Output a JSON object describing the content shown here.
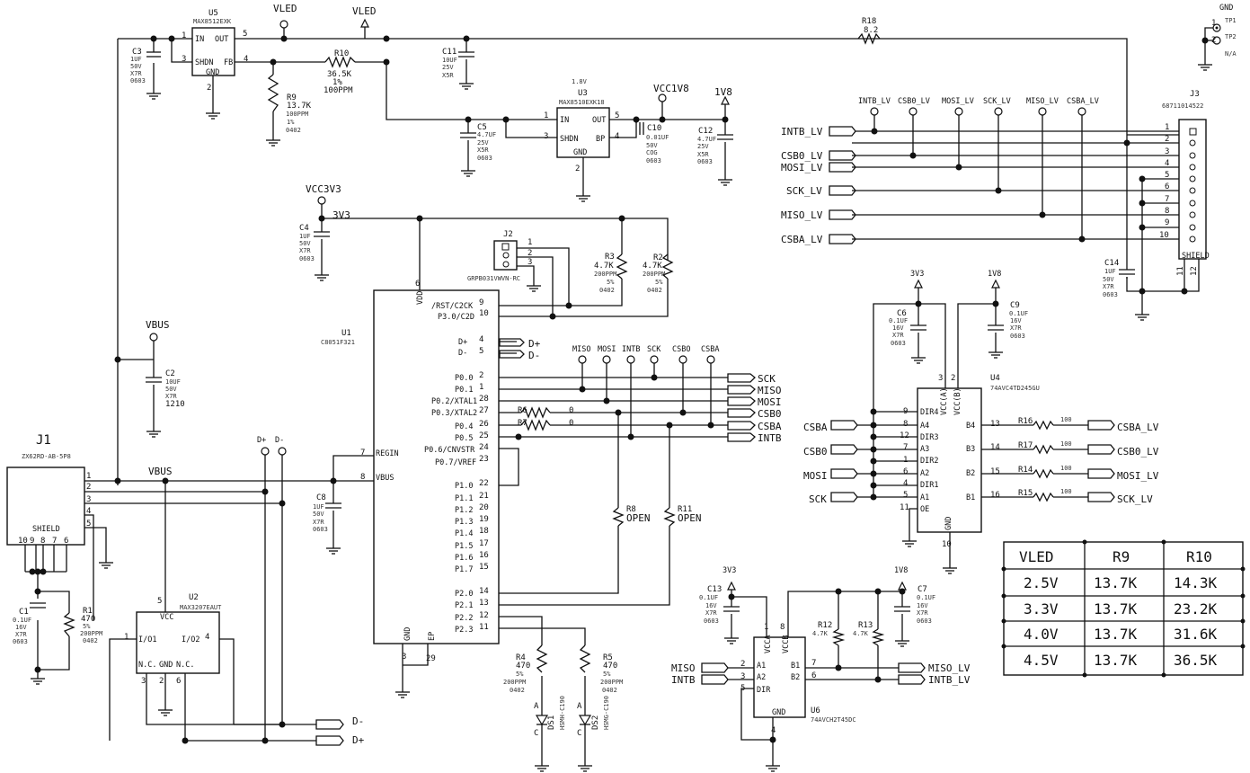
{
  "labels": {
    "vled": "VLED",
    "vcc1v8": "VCC1V8",
    "vcc3v3": "VCC3V3",
    "net3v3": "3V3",
    "net1v8": "1V8",
    "vbus": "VBUS",
    "gnd": "GND",
    "dplus": "D+",
    "dminus": "D-",
    "tp1": "TP1",
    "tp2": "TP2",
    "na": "N/A",
    "shield": "SHIELD",
    "open": "OPEN",
    "v18": "1.8V"
  },
  "parts": {
    "U5": {
      "ref": "U5",
      "val": "MAX8512EXK",
      "in": "IN",
      "out": "OUT",
      "shdn": "SHDN",
      "fb": "FB",
      "gnd": "GND"
    },
    "U3": {
      "ref": "U3",
      "val": "MAX8510EXK18",
      "in": "IN",
      "out": "OUT",
      "shdn": "SHDN",
      "bp": "BP",
      "gnd": "GND"
    },
    "U1": {
      "ref": "U1",
      "val": "C8051F321",
      "vdd": "VDD",
      "gnd": "GND",
      "ep": "EP",
      "regin": "REGIN",
      "vbus": "VBUS"
    },
    "U2": {
      "ref": "U2",
      "val": "MAX3207EAUT",
      "vcc": "VCC",
      "io1": "I/O1",
      "io2": "I/O2",
      "nc": "N.C.",
      "gnd": "GND"
    },
    "U4": {
      "ref": "U4",
      "val": "74AVC4TD245GU",
      "vcca": "VCC(A)",
      "vccb": "VCC(B)",
      "gnd": "GND"
    },
    "U6": {
      "ref": "U6",
      "val": "74AVCH2T45DC",
      "vcca": "VCCA",
      "vccb": "VCCB",
      "gnd": "GND",
      "dir": "DIR"
    },
    "J1": {
      "ref": "J1",
      "val": "ZX62RD-AB-5P8"
    },
    "J2": {
      "ref": "J2",
      "val": "GRPB031VWVN-RC"
    },
    "J3": {
      "ref": "J3",
      "val": "68711014522"
    }
  },
  "caps": {
    "C3": [
      "C3",
      "1UF",
      "50V",
      "X7R",
      "0603"
    ],
    "C11": [
      "C11",
      "10UF",
      "25V",
      "X5R"
    ],
    "C5": [
      "C5",
      "4.7UF",
      "25V",
      "X5R",
      "0603"
    ],
    "C10": [
      "C10",
      "0.01UF",
      "50V",
      "COG",
      "0603"
    ],
    "C12": [
      "C12",
      "4.7UF",
      "25V",
      "X5R",
      "0603"
    ],
    "C4": [
      "C4",
      "1UF",
      "50V",
      "X7R",
      "0603"
    ],
    "C2": [
      "C2",
      "10UF",
      "50V",
      "X7R",
      "1210"
    ],
    "C8": [
      "C8",
      "1UF",
      "50V",
      "X7R",
      "0603"
    ],
    "C1": [
      "C1",
      "0.1UF",
      "16V",
      "X7R",
      "0603"
    ],
    "C6": [
      "C6",
      "0.1UF",
      "16V",
      "X7R",
      "0603"
    ],
    "C9": [
      "C9",
      "0.1UF",
      "16V",
      "X7R",
      "0603"
    ],
    "C13": [
      "C13",
      "0.1UF",
      "16V",
      "X7R",
      "0603"
    ],
    "C7": [
      "C7",
      "0.1UF",
      "16V",
      "X7R",
      "0603"
    ],
    "C14": [
      "C14",
      "1UF",
      "50V",
      "X7R",
      "0603"
    ]
  },
  "resistors": {
    "R18": [
      "R18",
      "8.2"
    ],
    "R10": [
      "R10",
      "36.5K",
      "1%",
      "100PPM"
    ],
    "R9": [
      "R9",
      "13.7K",
      "100PPM",
      "1%",
      "0402"
    ],
    "R3": [
      "R3",
      "4.7K",
      "200PPM",
      "5%",
      "0402"
    ],
    "R2": [
      "R2",
      "4.7K",
      "200PPM",
      "5%",
      "0402"
    ],
    "R1": [
      "R1",
      "470",
      "5%",
      "200PPM",
      "0402"
    ],
    "R6": [
      "R6",
      "0"
    ],
    "R7": [
      "R7",
      "0"
    ],
    "R8": [
      "R8"
    ],
    "R11": [
      "R11"
    ],
    "R4": [
      "R4",
      "470",
      "5%",
      "200PPM",
      "0402"
    ],
    "R5": [
      "R5",
      "470",
      "5%",
      "200PPM",
      "0402"
    ],
    "R16": [
      "R16",
      "100"
    ],
    "R17": [
      "R17",
      "100"
    ],
    "R14": [
      "R14",
      "100"
    ],
    "R15": [
      "R15",
      "100"
    ],
    "R12": [
      "R12",
      "4.7K"
    ],
    "R13": [
      "R13",
      "4.7K"
    ]
  },
  "leds": {
    "DS1": [
      "DS1",
      "HSMH-C190"
    ],
    "DS2": [
      "DS2",
      "HSMG-C190"
    ],
    "a": "A",
    "c": "C"
  },
  "u1_pins": {
    "rst": "/RST/C2CK",
    "p30": "P3.0/C2D",
    "dp": "D+",
    "dm": "D-",
    "p00": "P0.0",
    "p01": "P0.1",
    "p02": "P0.2/XTAL1",
    "p03": "P0.3/XTAL2",
    "p04": "P0.4",
    "p05": "P0.5",
    "p06": "P0.6/CNVSTR",
    "p07": "P0.7/VREF",
    "p10": "P1.0",
    "p11": "P1.1",
    "p12": "P1.2",
    "p13": "P1.3",
    "p14": "P1.4",
    "p15": "P1.5",
    "p16": "P1.6",
    "p17": "P1.7",
    "p20": "P2.0",
    "p21": "P2.1",
    "p22": "P2.2",
    "p23": "P2.3"
  },
  "u4_pins": {
    "dir4": "DIR4",
    "a4": "A4",
    "dir3": "DIR3",
    "a3": "A3",
    "dir2": "DIR2",
    "a2": "A2",
    "dir1": "DIR1",
    "a1": "A1",
    "oe": "OE",
    "b4": "B4",
    "b3": "B3",
    "b2": "B2",
    "b1": "B1"
  },
  "u6_pins": {
    "a1": "A1",
    "a2": "A2",
    "b1": "B1",
    "b2": "B2"
  },
  "nets": {
    "sck": "SCK",
    "miso": "MISO",
    "mosi": "MOSI",
    "csb0": "CSB0",
    "csba": "CSBA",
    "intb": "INTB",
    "intb_lv": "INTB_LV",
    "csb0_lv": "CSB0_LV",
    "mosi_lv": "MOSI_LV",
    "sck_lv": "SCK_LV",
    "miso_lv": "MISO_LV",
    "csba_lv": "CSBA_LV",
    "csbo": "CSBO"
  },
  "vtable": {
    "headers": [
      "VLED",
      "R9",
      "R10"
    ],
    "rows": [
      [
        "2.5V",
        "13.7K",
        "14.3K"
      ],
      [
        "3.3V",
        "13.7K",
        "23.2K"
      ],
      [
        "4.0V",
        "13.7K",
        "31.6K"
      ],
      [
        "4.5V",
        "13.7K",
        "36.5K"
      ]
    ]
  }
}
